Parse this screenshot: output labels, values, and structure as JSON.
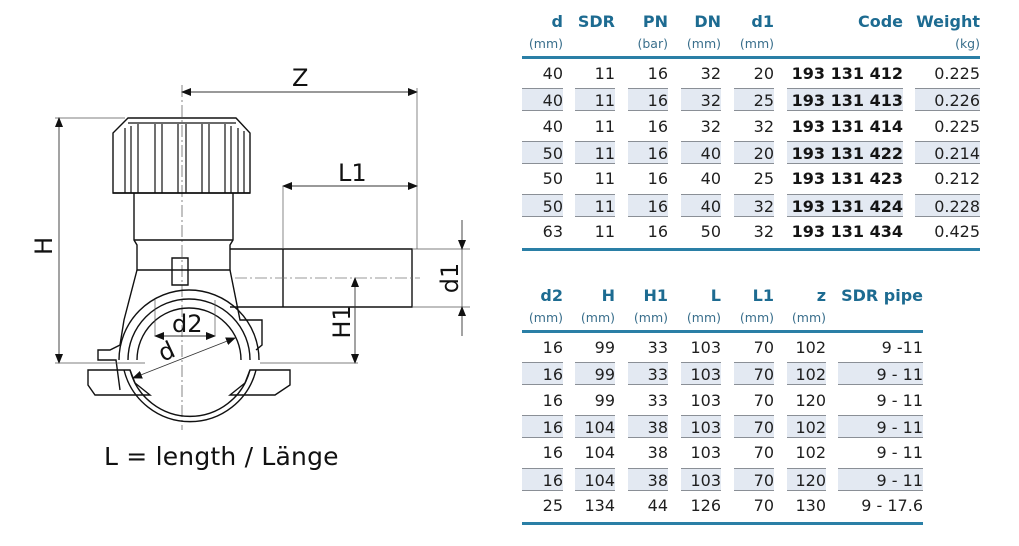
{
  "drawing": {
    "dimension_labels": {
      "z": "Z",
      "l1": "L1",
      "h": "H",
      "d1": "d1",
      "h1": "H1",
      "d2": "d2",
      "d": "d"
    },
    "caption": "L = length / Länge"
  },
  "table1": {
    "columns": [
      {
        "label": "d",
        "unit": "(mm)"
      },
      {
        "label": "SDR",
        "unit": ""
      },
      {
        "label": "PN",
        "unit": "(bar)"
      },
      {
        "label": "DN",
        "unit": "(mm)"
      },
      {
        "label": "d1",
        "unit": "(mm)"
      },
      {
        "label": "Code",
        "unit": ""
      },
      {
        "label": "Weight",
        "unit": "(kg)"
      }
    ],
    "rows": [
      [
        "40",
        "11",
        "16",
        "32",
        "20",
        "193 131 412",
        "0.225"
      ],
      [
        "40",
        "11",
        "16",
        "32",
        "25",
        "193 131 413",
        "0.226"
      ],
      [
        "40",
        "11",
        "16",
        "32",
        "32",
        "193 131 414",
        "0.225"
      ],
      [
        "50",
        "11",
        "16",
        "40",
        "20",
        "193 131 422",
        "0.214"
      ],
      [
        "50",
        "11",
        "16",
        "40",
        "25",
        "193 131 423",
        "0.212"
      ],
      [
        "50",
        "11",
        "16",
        "40",
        "32",
        "193 131 424",
        "0.228"
      ],
      [
        "63",
        "11",
        "16",
        "50",
        "32",
        "193 131 434",
        "0.425"
      ]
    ]
  },
  "table2": {
    "columns": [
      {
        "label": "d2",
        "unit": "(mm)"
      },
      {
        "label": "H",
        "unit": "(mm)"
      },
      {
        "label": "H1",
        "unit": "(mm)"
      },
      {
        "label": "L",
        "unit": "(mm)"
      },
      {
        "label": "L1",
        "unit": "(mm)"
      },
      {
        "label": "z",
        "unit": "(mm)"
      },
      {
        "label": "SDR pipe",
        "unit": ""
      }
    ],
    "rows": [
      [
        "16",
        "99",
        "33",
        "103",
        "70",
        "102",
        "9 -11"
      ],
      [
        "16",
        "99",
        "33",
        "103",
        "70",
        "102",
        "9 - 11"
      ],
      [
        "16",
        "99",
        "33",
        "103",
        "70",
        "120",
        "9 - 11"
      ],
      [
        "16",
        "104",
        "38",
        "103",
        "70",
        "102",
        "9 - 11"
      ],
      [
        "16",
        "104",
        "38",
        "103",
        "70",
        "102",
        "9 - 11"
      ],
      [
        "16",
        "104",
        "38",
        "103",
        "70",
        "120",
        "9 - 11"
      ],
      [
        "25",
        "134",
        "44",
        "126",
        "70",
        "130",
        "9 - 17.6"
      ]
    ]
  },
  "colors": {
    "header_blue": "#1d6b91",
    "rule_blue": "#2a7fa6",
    "row_shade": "#e3e9f2"
  }
}
